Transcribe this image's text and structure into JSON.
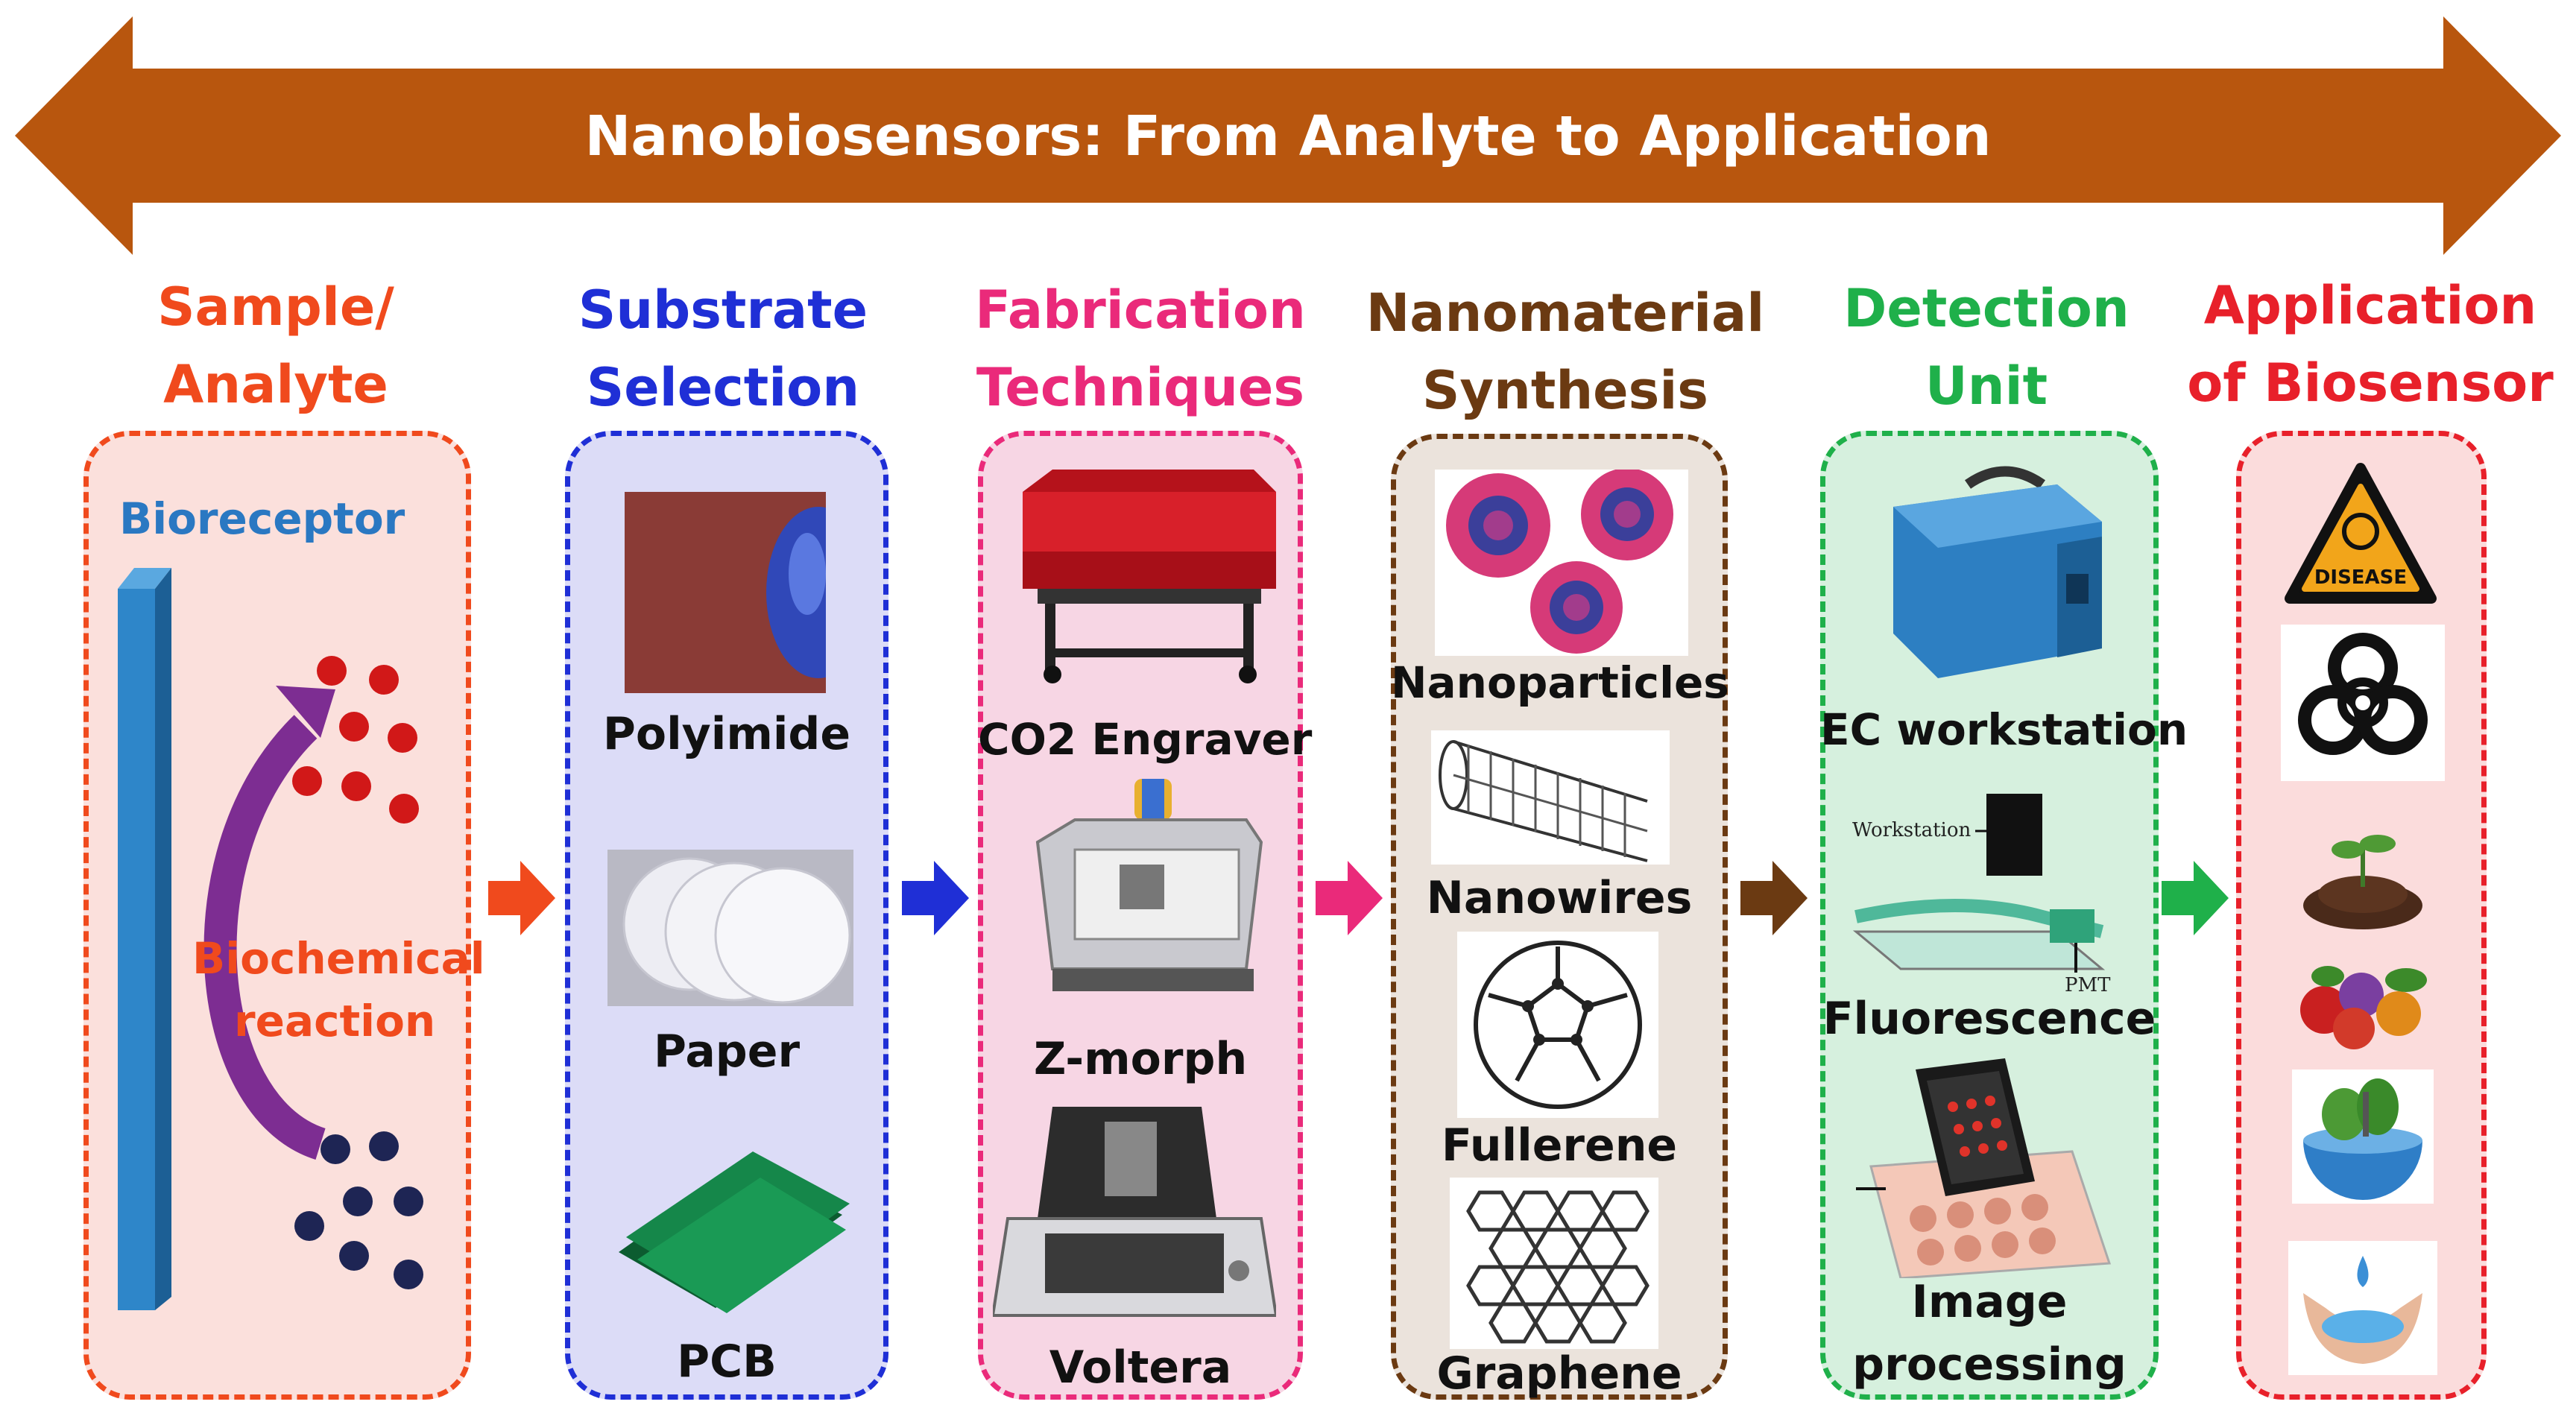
{
  "banner": {
    "title": "Nanobiosensors: From Analyte to Application",
    "color": "#b8560e"
  },
  "columns": [
    {
      "heading_line1": "Sample/",
      "heading_line2": "Analyte",
      "color": "#f04a1d",
      "fill": "#fbe0dc",
      "labels": {
        "bioreceptor": "Bioreceptor",
        "reaction1": "Biochemical",
        "reaction2": "reaction"
      }
    },
    {
      "heading_line1": "Substrate",
      "heading_line2": "Selection",
      "color": "#1f2fd6",
      "fill": "#dcdcf7",
      "items": [
        "Polyimide",
        "Paper",
        "PCB"
      ]
    },
    {
      "heading_line1": "Fabrication",
      "heading_line2": "Techniques",
      "color": "#ea2a7a",
      "fill": "#f7d6e4",
      "items": [
        "CO2 Engraver",
        "Z-morph",
        "Voltera"
      ]
    },
    {
      "heading_line1": "Nanomaterial",
      "heading_line2": "Synthesis",
      "color": "#6b3a12",
      "fill": "#ebe3dc",
      "items": [
        "Nanoparticles",
        "Nanowires",
        "Fullerene",
        "Graphene"
      ]
    },
    {
      "heading_line1": "Detection",
      "heading_line2": "Unit",
      "color": "#1fb04a",
      "fill": "#d6f0de",
      "items": [
        "EC workstation",
        "Fluorescence",
        "Image",
        "processing"
      ],
      "small_labels": {
        "workstation": "Workstation",
        "pmt": "PMT"
      }
    },
    {
      "heading_line1": "Application",
      "heading_line2": "of Biosensor",
      "color": "#e8202a",
      "fill": "#fbdcdc",
      "icons": [
        "disease-hazard-icon",
        "biohazard-icon",
        "soil-plant-icon",
        "fruits-vegetables-icon",
        "globe-environment-icon",
        "water-hands-icon"
      ],
      "disease_text": "DISEASE"
    }
  ],
  "connector_colors": [
    "#f04a1d",
    "#1f2fd6",
    "#ea2a7a",
    "#6b3a12",
    "#1fb04a"
  ]
}
